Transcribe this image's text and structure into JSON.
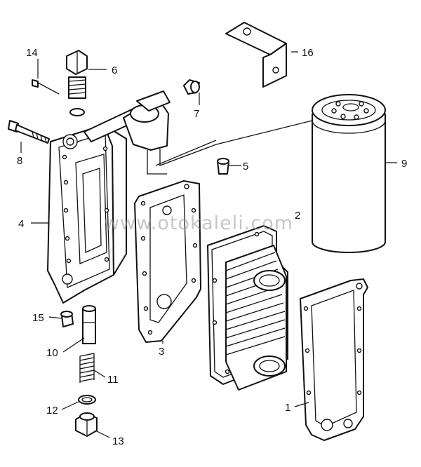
{
  "watermark": "www.otokaleli.com",
  "callouts": {
    "c1": "1",
    "c2": "2",
    "c3": "3",
    "c4": "4",
    "c5": "5",
    "c6": "6",
    "c7": "7",
    "c8": "8",
    "c9": "9",
    "c10": "10",
    "c11": "11",
    "c12": "12",
    "c13": "13",
    "c14": "14",
    "c15": "15",
    "c16": "16"
  }
}
